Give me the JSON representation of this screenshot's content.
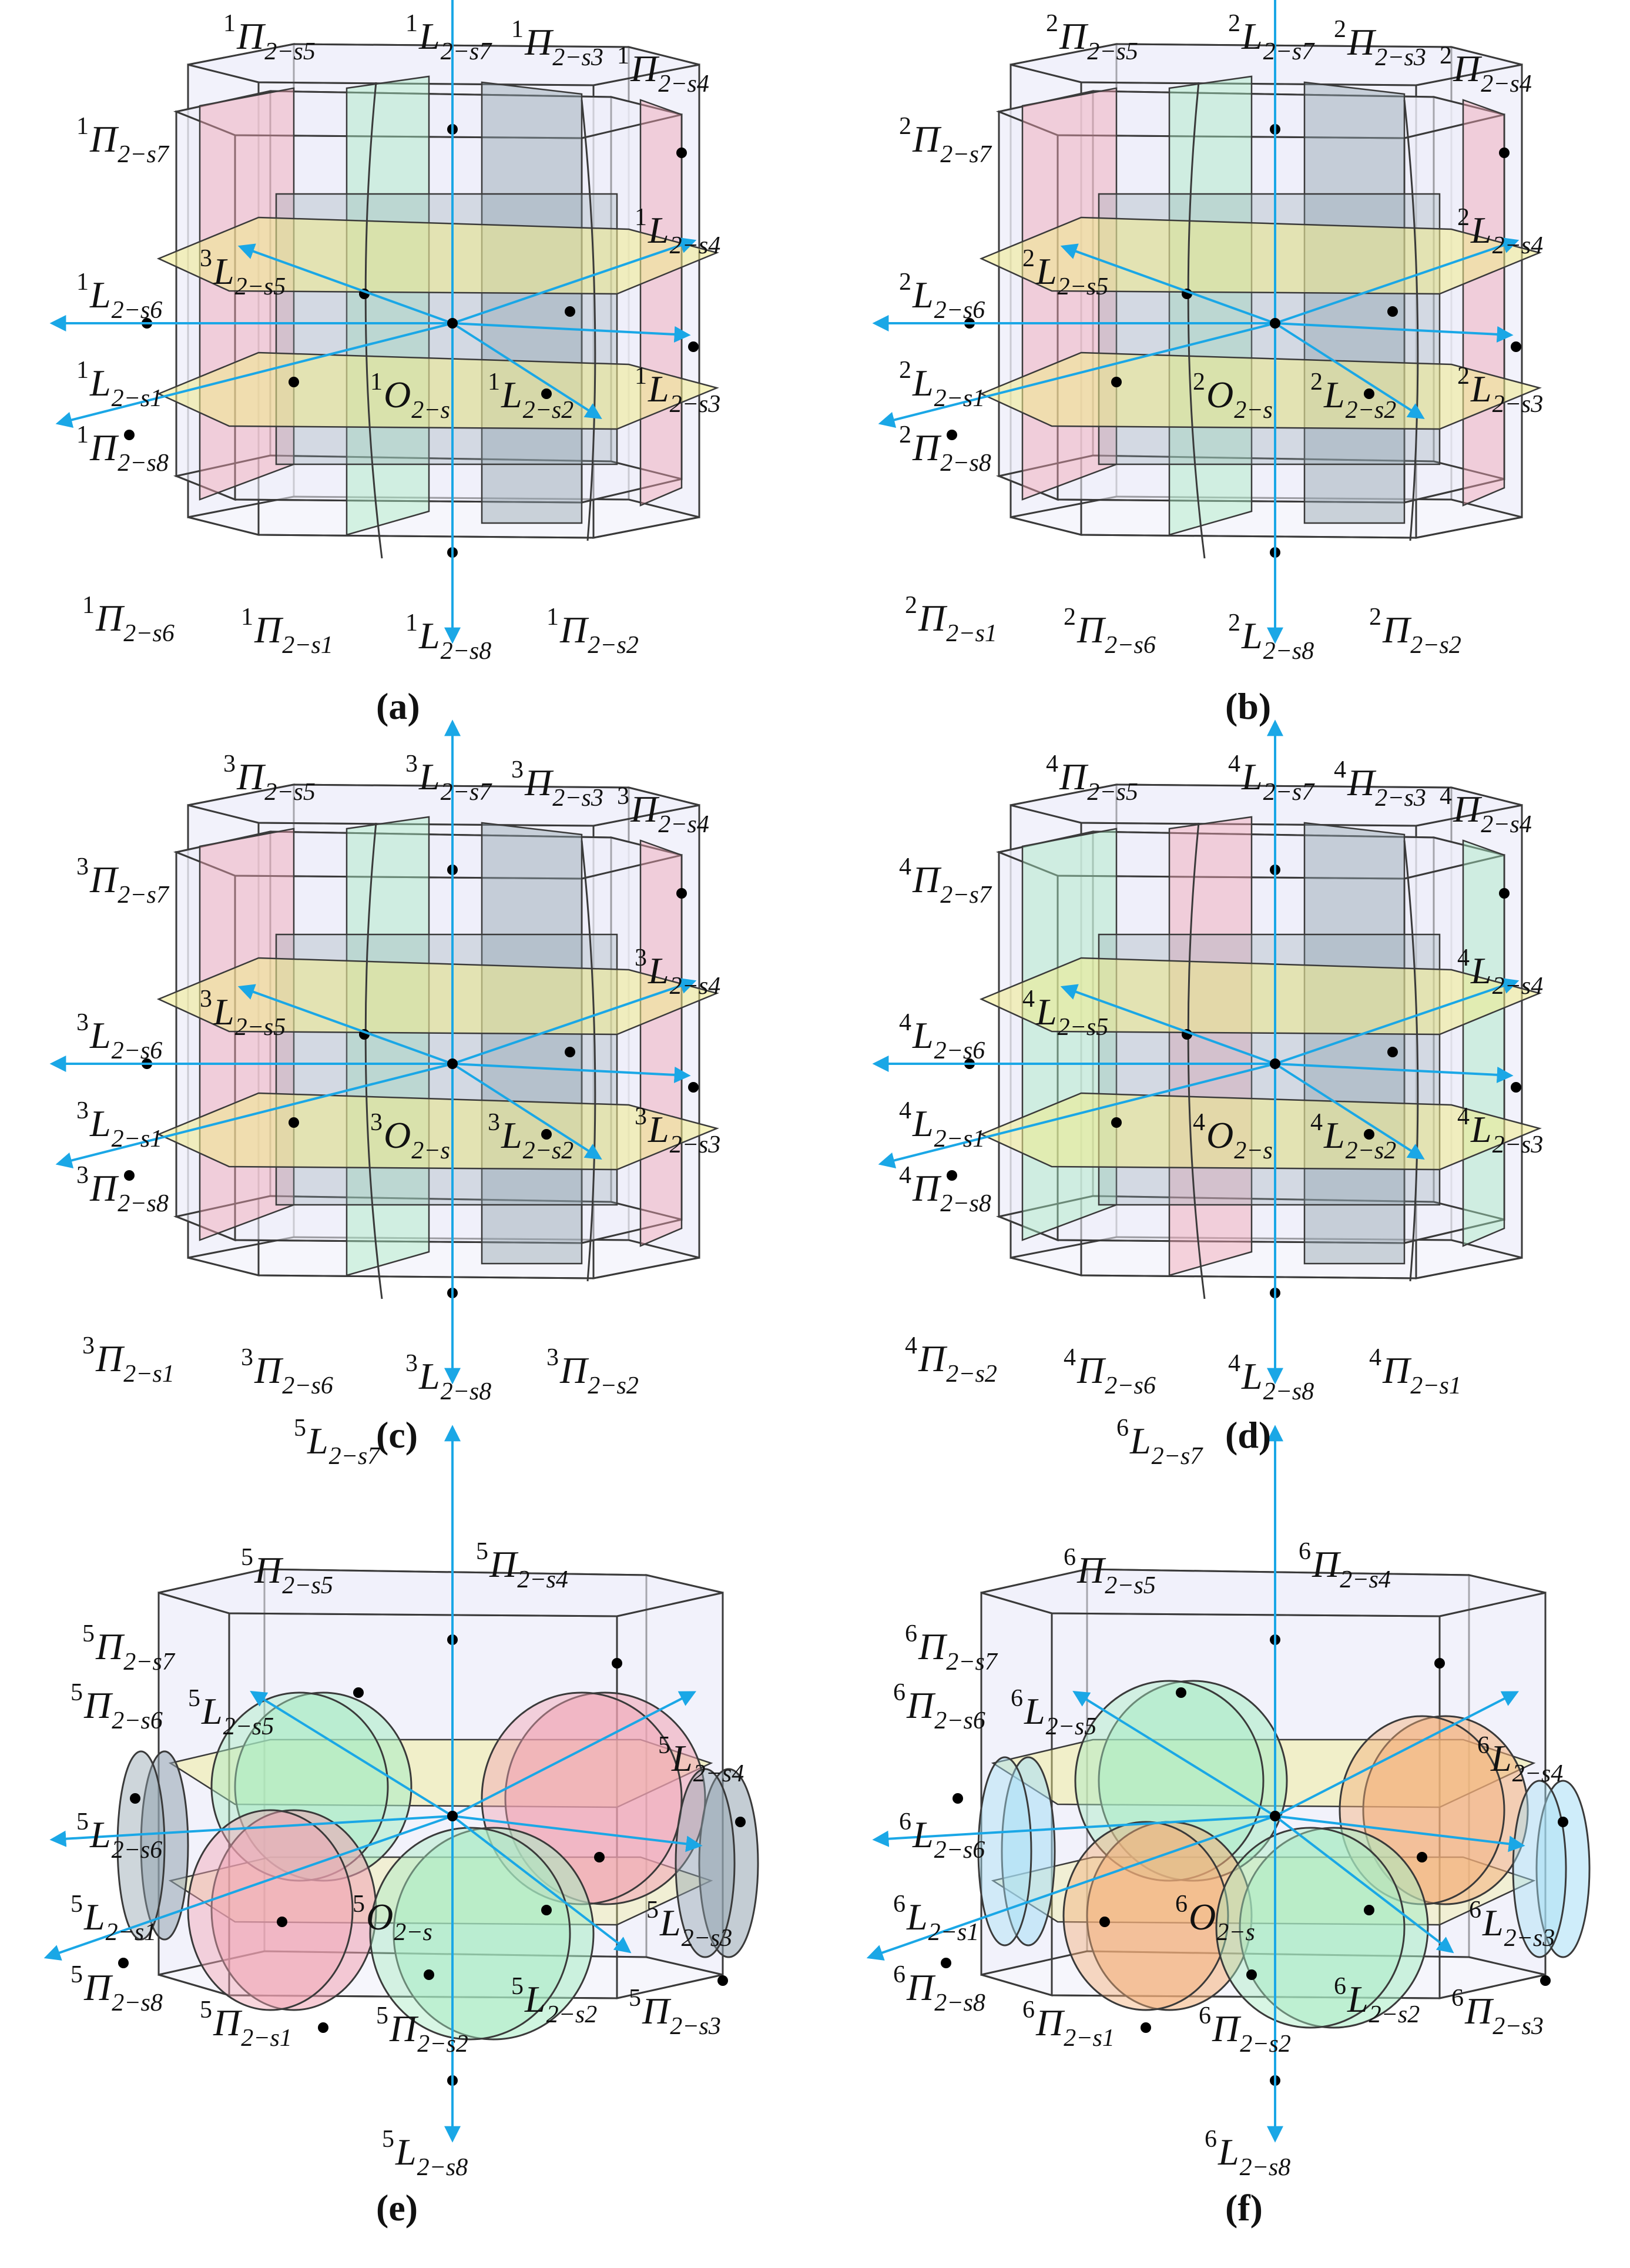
{
  "figure": {
    "colors": {
      "axis": "#1aa7e6",
      "frame_fill": "#eeeefa",
      "frame_edge": "#3a3a3a",
      "pink": "#f1a3b3",
      "green": "#a8ecc4",
      "yellow": "#f0eb8c",
      "blue": "#a8dff5",
      "orange": "#f4b07a",
      "slate": "#93a4b0"
    },
    "panels": [
      {
        "id": "a",
        "caption": "(a)",
        "kind": "planes",
        "labels": [
          {
            "pre": "1",
            "main": "Π",
            "sub": "2−s5"
          },
          {
            "pre": "1",
            "main": "L",
            "sub": "2−s7"
          },
          {
            "pre": "1",
            "main": "Π",
            "sub": "2−s3"
          },
          {
            "pre": "1",
            "main": "Π",
            "sub": "2−s4"
          },
          {
            "pre": "1",
            "main": "Π",
            "sub": "2−s7"
          },
          {
            "pre": "1",
            "main": "L",
            "sub": "2−s4"
          },
          {
            "pre": "1",
            "main": "L",
            "sub": "2−s6"
          },
          {
            "pre": "3",
            "main": "L",
            "sub": "2−s5"
          },
          {
            "pre": "1",
            "main": "L",
            "sub": "2−s1"
          },
          {
            "pre": "1",
            "main": "O",
            "sub": "2−s"
          },
          {
            "pre": "1",
            "main": "L",
            "sub": "2−s2"
          },
          {
            "pre": "1",
            "main": "L",
            "sub": "2−s3"
          },
          {
            "pre": "1",
            "main": "Π",
            "sub": "2−s8"
          },
          {
            "pre": "1",
            "main": "Π",
            "sub": "2−s6"
          },
          {
            "pre": "1",
            "main": "Π",
            "sub": "2−s1"
          },
          {
            "pre": "1",
            "main": "L",
            "sub": "2−s8"
          },
          {
            "pre": "1",
            "main": "Π",
            "sub": "2−s2"
          }
        ]
      },
      {
        "id": "b",
        "caption": "(b)",
        "kind": "planes",
        "labels": [
          {
            "pre": "2",
            "main": "Π",
            "sub": "2−s5"
          },
          {
            "pre": "2",
            "main": "L",
            "sub": "2−s7"
          },
          {
            "pre": "2",
            "main": "Π",
            "sub": "2−s3"
          },
          {
            "pre": "2",
            "main": "Π",
            "sub": "2−s4"
          },
          {
            "pre": "2",
            "main": "Π",
            "sub": "2−s7"
          },
          {
            "pre": "2",
            "main": "L",
            "sub": "2−s4"
          },
          {
            "pre": "2",
            "main": "L",
            "sub": "2−s6"
          },
          {
            "pre": "2",
            "main": "L",
            "sub": "2−s5"
          },
          {
            "pre": "2",
            "main": "L",
            "sub": "2−s1"
          },
          {
            "pre": "2",
            "main": "O",
            "sub": "2−s"
          },
          {
            "pre": "2",
            "main": "L",
            "sub": "2−s2"
          },
          {
            "pre": "2",
            "main": "L",
            "sub": "2−s3"
          },
          {
            "pre": "2",
            "main": "Π",
            "sub": "2−s8"
          },
          {
            "pre": "2",
            "main": "Π",
            "sub": "2−s1"
          },
          {
            "pre": "2",
            "main": "Π",
            "sub": "2−s6"
          },
          {
            "pre": "2",
            "main": "L",
            "sub": "2−s8"
          },
          {
            "pre": "2",
            "main": "Π",
            "sub": "2−s2"
          }
        ]
      },
      {
        "id": "c",
        "caption": "(c)",
        "kind": "planes",
        "labels": [
          {
            "pre": "3",
            "main": "Π",
            "sub": "2−s5"
          },
          {
            "pre": "3",
            "main": "L",
            "sub": "2−s7"
          },
          {
            "pre": "3",
            "main": "Π",
            "sub": "2−s3"
          },
          {
            "pre": "3",
            "main": "Π",
            "sub": "2−s4"
          },
          {
            "pre": "3",
            "main": "Π",
            "sub": "2−s7"
          },
          {
            "pre": "3",
            "main": "L",
            "sub": "2−s4"
          },
          {
            "pre": "3",
            "main": "L",
            "sub": "2−s6"
          },
          {
            "pre": "3",
            "main": "L",
            "sub": "2−s5"
          },
          {
            "pre": "3",
            "main": "L",
            "sub": "2−s1"
          },
          {
            "pre": "3",
            "main": "O",
            "sub": "2−s"
          },
          {
            "pre": "3",
            "main": "L",
            "sub": "2−s2"
          },
          {
            "pre": "3",
            "main": "L",
            "sub": "2−s3"
          },
          {
            "pre": "3",
            "main": "Π",
            "sub": "2−s8"
          },
          {
            "pre": "3",
            "main": "Π",
            "sub": "2−s1"
          },
          {
            "pre": "3",
            "main": "Π",
            "sub": "2−s6"
          },
          {
            "pre": "3",
            "main": "L",
            "sub": "2−s8"
          },
          {
            "pre": "3",
            "main": "Π",
            "sub": "2−s2"
          }
        ]
      },
      {
        "id": "d",
        "caption": "(d)",
        "kind": "planes",
        "labels": [
          {
            "pre": "4",
            "main": "Π",
            "sub": "2−s5"
          },
          {
            "pre": "4",
            "main": "L",
            "sub": "2−s7"
          },
          {
            "pre": "4",
            "main": "Π",
            "sub": "2−s3"
          },
          {
            "pre": "4",
            "main": "Π",
            "sub": "2−s4"
          },
          {
            "pre": "4",
            "main": "Π",
            "sub": "2−s7"
          },
          {
            "pre": "4",
            "main": "L",
            "sub": "2−s4"
          },
          {
            "pre": "4",
            "main": "L",
            "sub": "2−s6"
          },
          {
            "pre": "4",
            "main": "L",
            "sub": "2−s5"
          },
          {
            "pre": "4",
            "main": "L",
            "sub": "2−s1"
          },
          {
            "pre": "4",
            "main": "O",
            "sub": "2−s"
          },
          {
            "pre": "4",
            "main": "L",
            "sub": "2−s2"
          },
          {
            "pre": "4",
            "main": "L",
            "sub": "2−s3"
          },
          {
            "pre": "4",
            "main": "Π",
            "sub": "2−s8"
          },
          {
            "pre": "4",
            "main": "Π",
            "sub": "2−s2"
          },
          {
            "pre": "4",
            "main": "Π",
            "sub": "2−s6"
          },
          {
            "pre": "4",
            "main": "L",
            "sub": "2−s8"
          },
          {
            "pre": "4",
            "main": "Π",
            "sub": "2−s1"
          }
        ]
      },
      {
        "id": "e",
        "caption": "(e)",
        "kind": "discs",
        "labels": [
          {
            "pre": "5",
            "main": "L",
            "sub": "2−s7"
          },
          {
            "pre": "5",
            "main": "Π",
            "sub": "2−s5"
          },
          {
            "pre": "5",
            "main": "Π",
            "sub": "2−s4"
          },
          {
            "pre": "5",
            "main": "Π",
            "sub": "2−s7"
          },
          {
            "pre": "5",
            "main": "Π",
            "sub": "2−s6"
          },
          {
            "pre": "5",
            "main": "L",
            "sub": "2−s5"
          },
          {
            "pre": "5",
            "main": "L",
            "sub": "2−s4"
          },
          {
            "pre": "5",
            "main": "L",
            "sub": "2−s6"
          },
          {
            "pre": "5",
            "main": "L",
            "sub": "2−s1"
          },
          {
            "pre": "5",
            "main": "O",
            "sub": "2−s"
          },
          {
            "pre": "5",
            "main": "L",
            "sub": "2−s3"
          },
          {
            "pre": "5",
            "main": "Π",
            "sub": "2−s8"
          },
          {
            "pre": "5",
            "main": "L",
            "sub": "2−s2"
          },
          {
            "pre": "5",
            "main": "Π",
            "sub": "2−s3"
          },
          {
            "pre": "5",
            "main": "Π",
            "sub": "2−s1"
          },
          {
            "pre": "5",
            "main": "Π",
            "sub": "2−s2"
          },
          {
            "pre": "5",
            "main": "L",
            "sub": "2−s8"
          }
        ]
      },
      {
        "id": "f",
        "caption": "(f)",
        "kind": "discs",
        "labels": [
          {
            "pre": "6",
            "main": "L",
            "sub": "2−s7"
          },
          {
            "pre": "6",
            "main": "Π",
            "sub": "2−s5"
          },
          {
            "pre": "6",
            "main": "Π",
            "sub": "2−s4"
          },
          {
            "pre": "6",
            "main": "Π",
            "sub": "2−s7"
          },
          {
            "pre": "6",
            "main": "Π",
            "sub": "2−s6"
          },
          {
            "pre": "6",
            "main": "L",
            "sub": "2−s5"
          },
          {
            "pre": "6",
            "main": "L",
            "sub": "2−s4"
          },
          {
            "pre": "6",
            "main": "L",
            "sub": "2−s6"
          },
          {
            "pre": "6",
            "main": "L",
            "sub": "2−s1"
          },
          {
            "pre": "6",
            "main": "O",
            "sub": "2−s"
          },
          {
            "pre": "6",
            "main": "L",
            "sub": "2−s3"
          },
          {
            "pre": "6",
            "main": "Π",
            "sub": "2−s8"
          },
          {
            "pre": "6",
            "main": "L",
            "sub": "2−s2"
          },
          {
            "pre": "6",
            "main": "Π",
            "sub": "2−s3"
          },
          {
            "pre": "6",
            "main": "Π",
            "sub": "2−s1"
          },
          {
            "pre": "6",
            "main": "Π",
            "sub": "2−s2"
          },
          {
            "pre": "6",
            "main": "L",
            "sub": "2−s8"
          }
        ]
      }
    ]
  }
}
